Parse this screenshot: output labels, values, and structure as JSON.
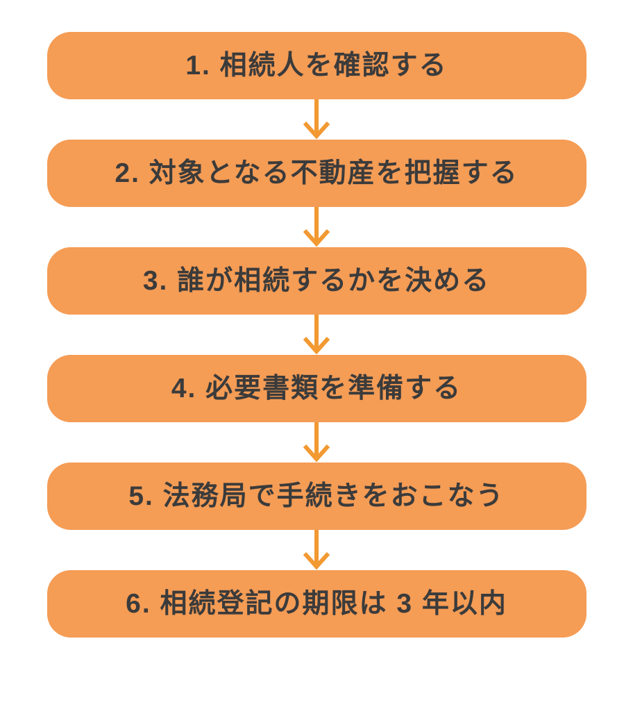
{
  "flowchart": {
    "type": "vertical-flow",
    "colors": {
      "background": "#FFFFFF",
      "box_fill": "#F59C55",
      "arrow": "#F29932",
      "text": "#3B3B3B"
    },
    "steps": [
      {
        "number": "1",
        "text": "1. 相続人を確認する"
      },
      {
        "number": "2",
        "text": "2. 対象となる不動産を把握する"
      },
      {
        "number": "3",
        "text": "3. 誰が相続するかを決める"
      },
      {
        "number": "4",
        "text": "4. 必要書類を準備する"
      },
      {
        "number": "5",
        "text": "5. 法務局で手続きをおこなう"
      },
      {
        "number": "6",
        "text": "6. 相続登記の期限は 3 年以内"
      }
    ],
    "connector": "down-arrow"
  }
}
